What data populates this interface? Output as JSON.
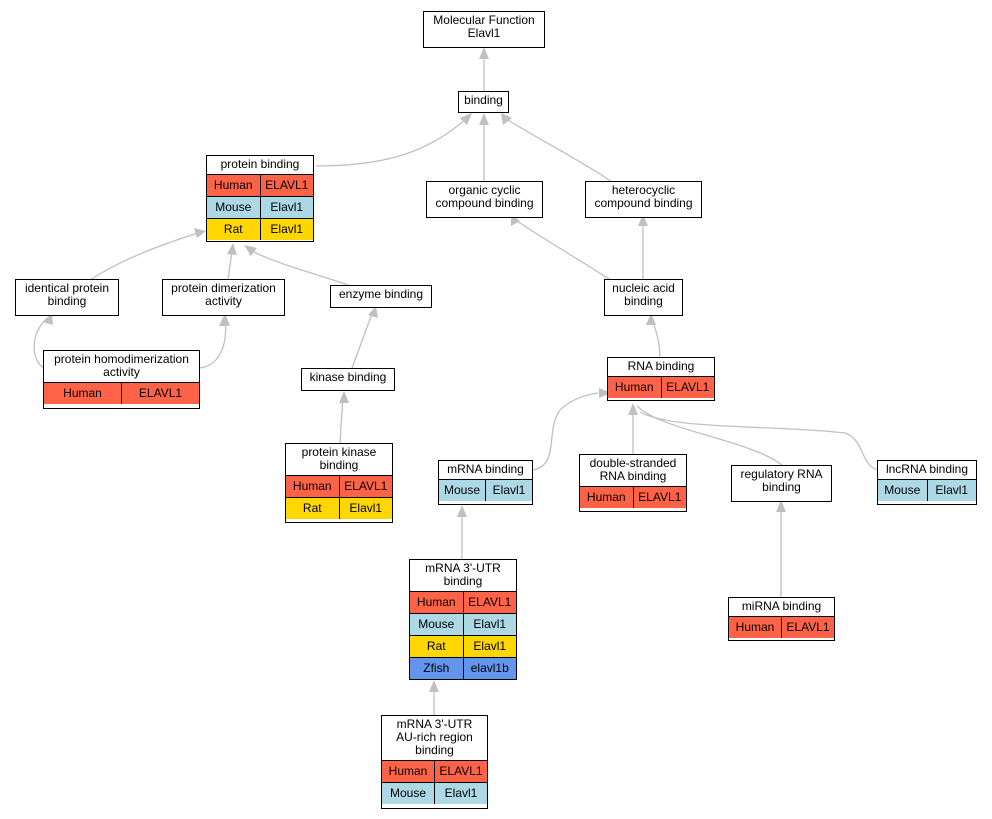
{
  "colors": {
    "human": "#ff6347",
    "mouse": "#add8e6",
    "rat": "#ffd700",
    "zfish": "#6495ed",
    "edge": "#c0c0c0"
  },
  "nodes": {
    "root": {
      "title": "Molecular Function\nElavl1",
      "rows": []
    },
    "binding": {
      "title": "binding",
      "rows": []
    },
    "protein_binding": {
      "title": "protein binding",
      "rows": [
        {
          "species": "Human",
          "gene": "ELAVL1"
        },
        {
          "species": "Mouse",
          "gene": "Elavl1"
        },
        {
          "species": "Rat",
          "gene": "Elavl1"
        }
      ]
    },
    "organic_cyclic": {
      "title": "organic cyclic\ncompound binding",
      "rows": []
    },
    "heterocyclic": {
      "title": "heterocyclic\ncompound binding",
      "rows": []
    },
    "identical_protein": {
      "title": "identical protein\nbinding",
      "rows": []
    },
    "protein_dimerization": {
      "title": "protein dimerization\nactivity",
      "rows": []
    },
    "enzyme_binding": {
      "title": "enzyme binding",
      "rows": []
    },
    "nucleic_acid": {
      "title": "nucleic acid\nbinding",
      "rows": []
    },
    "protein_homodimerization": {
      "title": "protein homodimerization\nactivity",
      "rows": [
        {
          "species": "Human",
          "gene": "ELAVL1"
        }
      ]
    },
    "kinase_binding": {
      "title": "kinase binding",
      "rows": []
    },
    "rna_binding": {
      "title": "RNA binding",
      "rows": [
        {
          "species": "Human",
          "gene": "ELAVL1"
        }
      ]
    },
    "protein_kinase": {
      "title": "protein kinase\nbinding",
      "rows": [
        {
          "species": "Human",
          "gene": "ELAVL1"
        },
        {
          "species": "Rat",
          "gene": "Elavl1"
        }
      ]
    },
    "mrna_binding": {
      "title": "mRNA binding",
      "rows": [
        {
          "species": "Mouse",
          "gene": "Elavl1"
        }
      ]
    },
    "ds_rna": {
      "title": "double-stranded\nRNA binding",
      "rows": [
        {
          "species": "Human",
          "gene": "ELAVL1"
        }
      ]
    },
    "regulatory_rna": {
      "title": "regulatory RNA\nbinding",
      "rows": []
    },
    "lncrna": {
      "title": "lncRNA binding",
      "rows": [
        {
          "species": "Mouse",
          "gene": "Elavl1"
        }
      ]
    },
    "mrna_3utr": {
      "title": "mRNA 3'-UTR\nbinding",
      "rows": [
        {
          "species": "Human",
          "gene": "ELAVL1"
        },
        {
          "species": "Mouse",
          "gene": "Elavl1"
        },
        {
          "species": "Rat",
          "gene": "Elavl1"
        },
        {
          "species": "Zfish",
          "gene": "elavl1b"
        }
      ]
    },
    "mirna": {
      "title": "miRNA binding",
      "rows": [
        {
          "species": "Human",
          "gene": "ELAVL1"
        }
      ]
    },
    "mrna_3utr_au": {
      "title": "mRNA 3'-UTR\nAU-rich region\nbinding",
      "rows": [
        {
          "species": "Human",
          "gene": "ELAVL1"
        },
        {
          "species": "Mouse",
          "gene": "Elavl1"
        }
      ]
    }
  }
}
